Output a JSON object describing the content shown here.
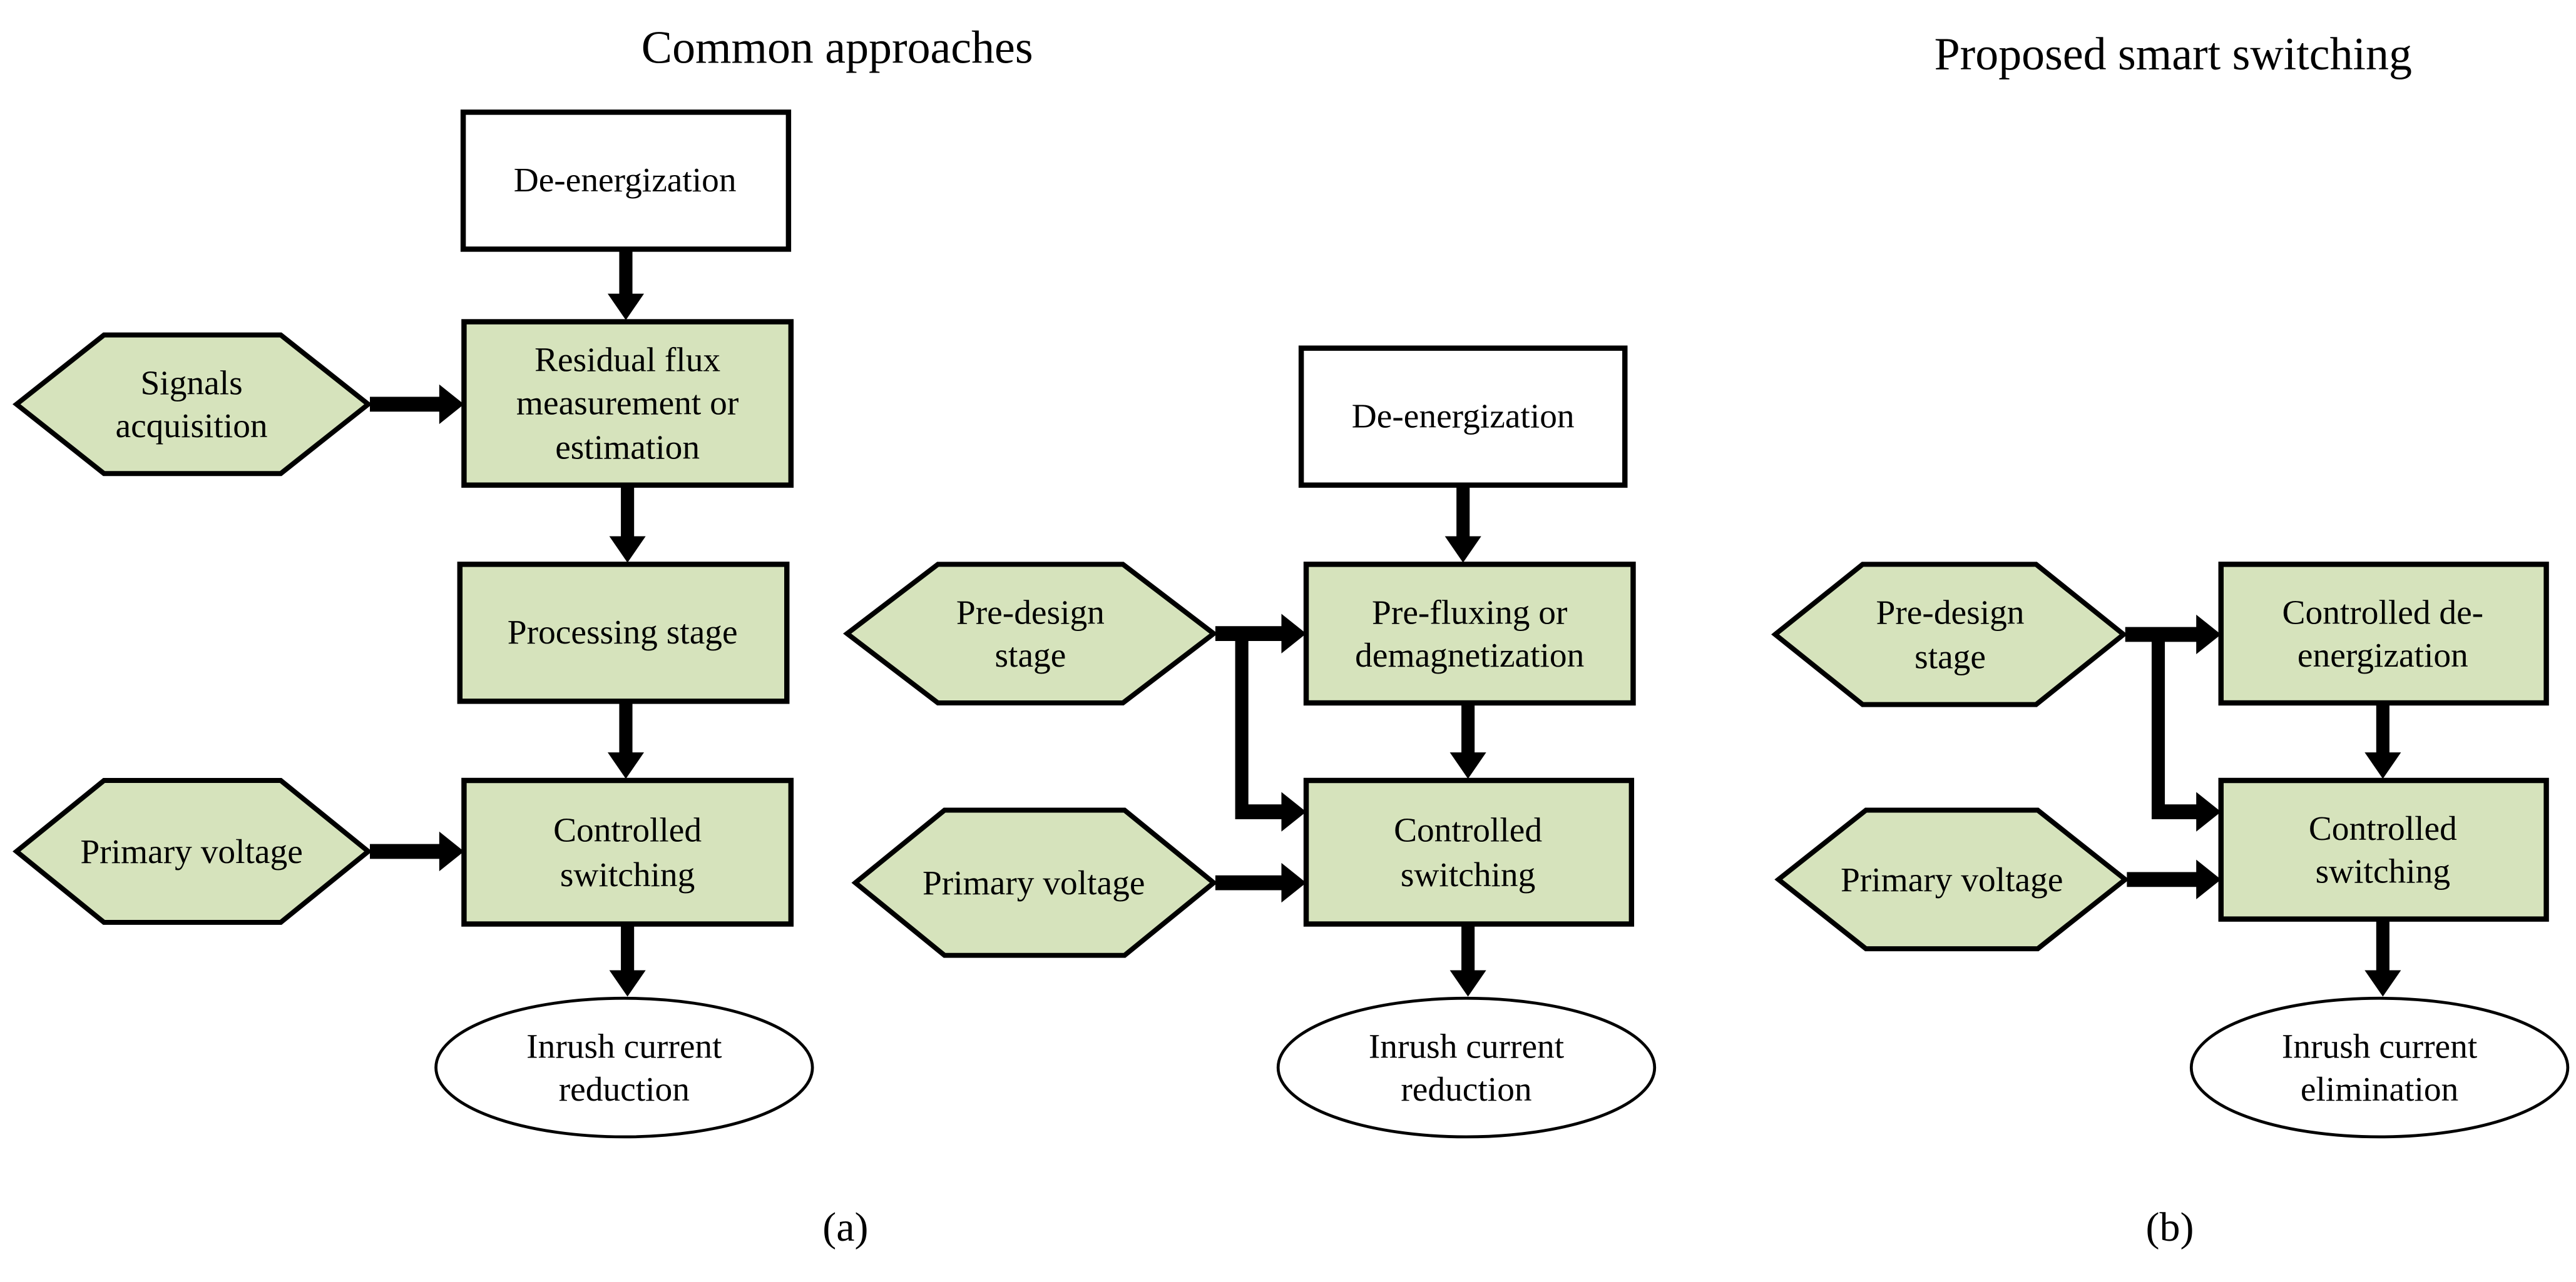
{
  "colors": {
    "background": "#ffffff",
    "node_fill_green": "#d6e3bc",
    "node_fill_white": "#ffffff",
    "border": "#000000",
    "arrow": "#000000",
    "text": "#000000"
  },
  "panel_a": {
    "title": "Common approaches",
    "caption": "(a)",
    "flow_left": {
      "de_energization": "De-energization",
      "signals_acquisition": "Signals acquisition",
      "residual_flux": "Residual flux measurement or estimation",
      "processing_stage": "Processing stage",
      "primary_voltage": "Primary voltage",
      "controlled_switching": "Controlled switching",
      "outcome": "Inrush current reduction"
    },
    "flow_right": {
      "de_energization": "De-energization",
      "pre_design_stage": "Pre-design stage",
      "pre_fluxing": "Pre-fluxing or demagnetization",
      "primary_voltage": "Primary voltage",
      "controlled_switching": "Controlled switching",
      "outcome": "Inrush current reduction"
    }
  },
  "panel_b": {
    "title": "Proposed smart switching",
    "caption": "(b)",
    "flow": {
      "pre_design_stage": "Pre-design stage",
      "controlled_de_energization": "Controlled de-energization",
      "primary_voltage": "Primary voltage",
      "controlled_switching": "Controlled switching",
      "outcome": "Inrush current elimination"
    }
  }
}
